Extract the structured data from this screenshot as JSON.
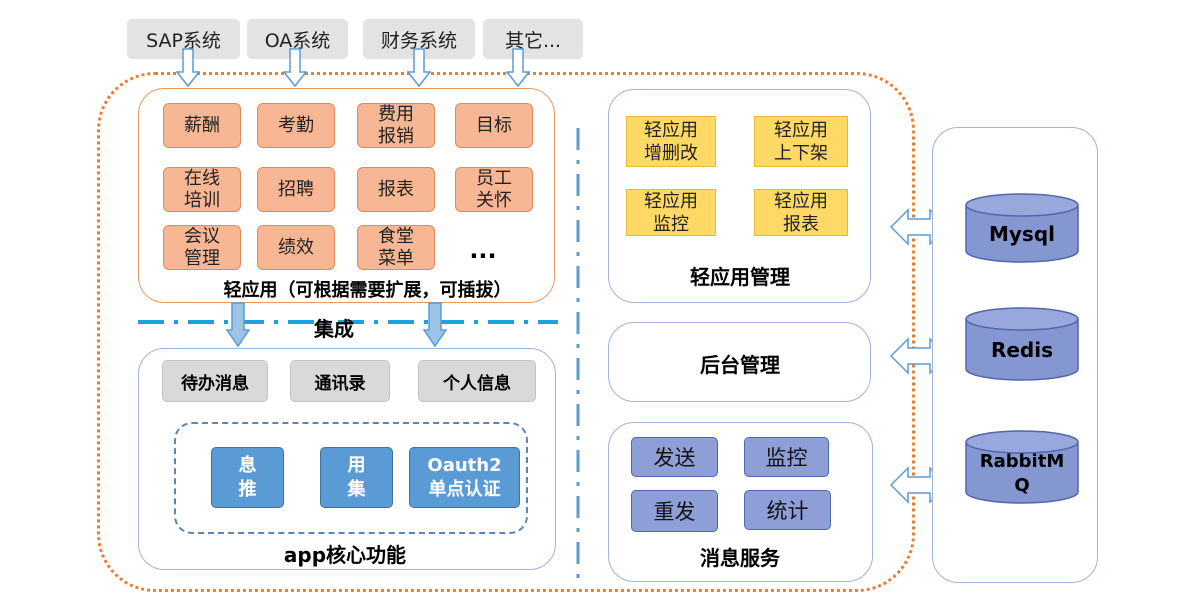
{
  "sources": [
    "SAP系统",
    "OA系统",
    "财务系统",
    "其它..."
  ],
  "light_apps": {
    "items": [
      "薪酬",
      "考勤",
      "费用\n报销",
      "目标",
      "在线\n培训",
      "招聘",
      "报表",
      "员工\n关怀",
      "会议\n管理",
      "绩效",
      "食堂\n菜单"
    ],
    "more": "...",
    "caption": "轻应用（可根据需要扩展，可插拔）"
  },
  "integration_label": "集成",
  "app_core": {
    "buttons": [
      "待办消息",
      "通讯录",
      "个人信息"
    ],
    "inner": [
      "息\n推",
      "用\n集",
      "Oauth2\n单点认证"
    ],
    "caption": "app核心功能"
  },
  "light_app_mgmt": {
    "items": [
      "轻应用\n增删改",
      "轻应用\n上下架",
      "轻应用\n监控",
      "轻应用\n报表"
    ],
    "caption": "轻应用管理"
  },
  "backend_mgmt": {
    "caption": "后台管理"
  },
  "message_service": {
    "items": [
      "发送",
      "监控",
      "重发",
      "统计"
    ],
    "caption": "消息服务"
  },
  "databases": [
    "Mysql",
    "Redis",
    "RabbitM\nQ"
  ],
  "colors": {
    "outer_border": "#ed7d31",
    "panel_border": "#9fb4d9",
    "light_app_fill": "#f7b795",
    "mgmt_fill": "#fed965",
    "service_fill": "#8e9fd8",
    "db_fill": "#8497d0",
    "divider": "#1aa3df"
  }
}
